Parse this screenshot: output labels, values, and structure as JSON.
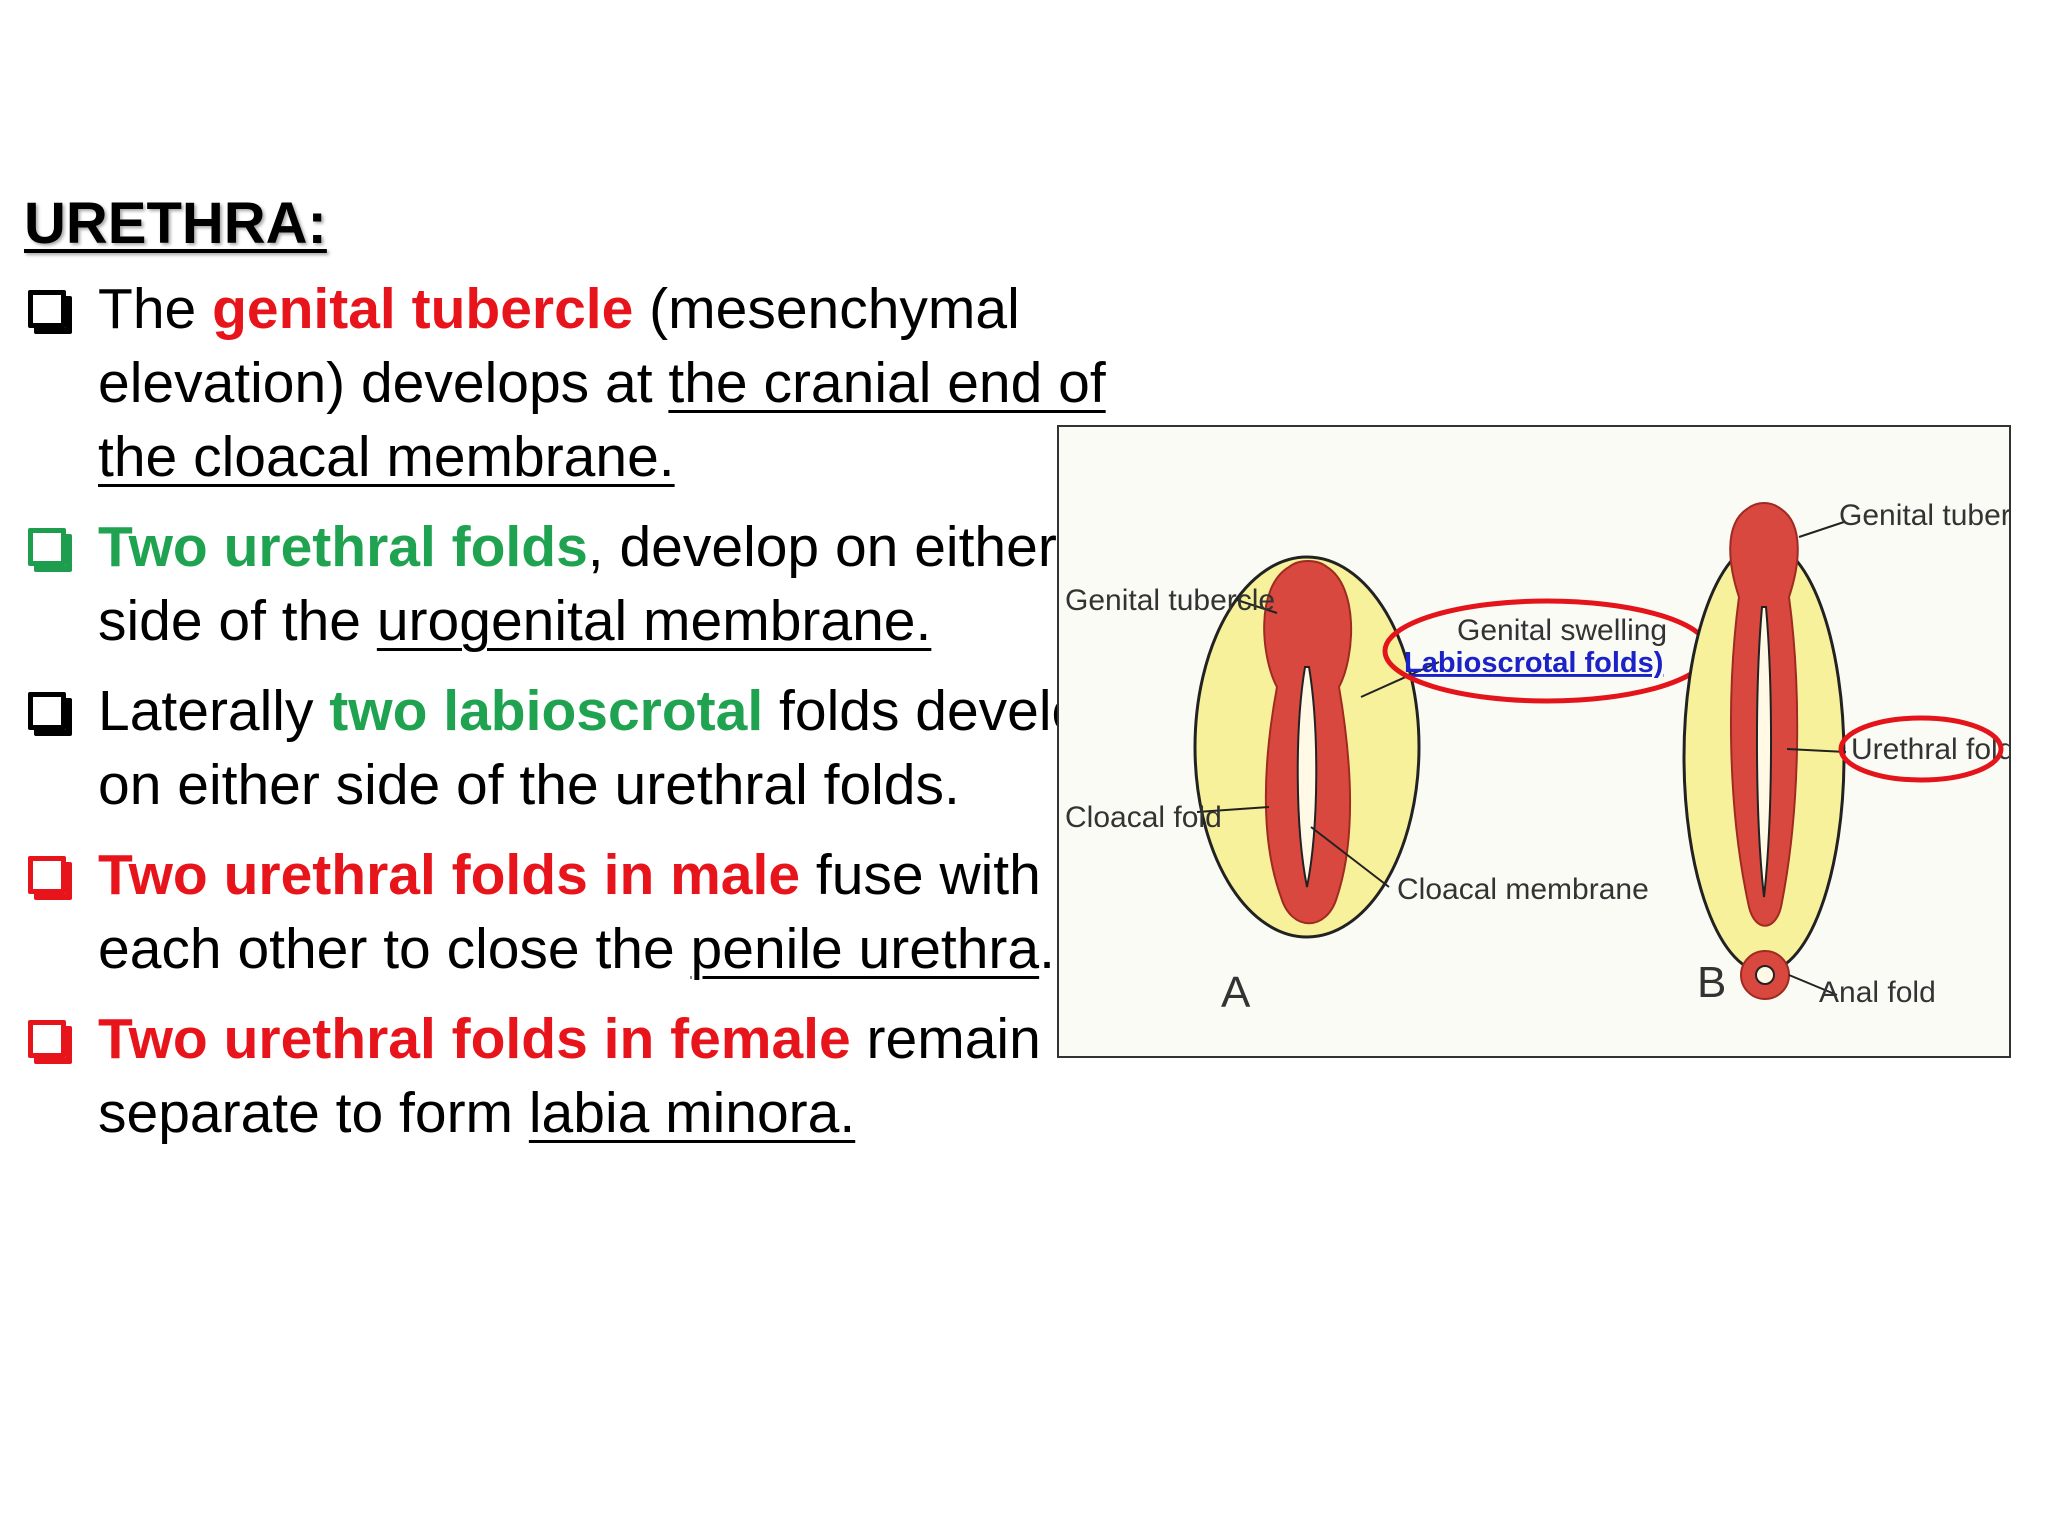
{
  "slide": {
    "title": "URETHRA:",
    "bullets": [
      {
        "parts": [
          {
            "text": "The ",
            "style": "plain"
          },
          {
            "text": "genital tubercle",
            "style": "red"
          },
          {
            "text": " (mesenchymal elevation) develops at ",
            "style": "plain"
          },
          {
            "text": "the cranial end of the cloacal membrane.",
            "style": "underline"
          }
        ],
        "box_color": "black"
      },
      {
        "parts": [
          {
            "text": "Two urethral folds",
            "style": "green"
          },
          {
            "text": ", develop on either side of the ",
            "style": "plain"
          },
          {
            "text": "urogenital membrane.",
            "style": "underline"
          }
        ],
        "box_color": "green"
      },
      {
        "parts": [
          {
            "text": "Laterally ",
            "style": "plain"
          },
          {
            "text": "two labioscrotal",
            "style": "green"
          },
          {
            "text": " folds develop on either side of the urethral folds.",
            "style": "plain"
          }
        ],
        "box_color": "black"
      },
      {
        "parts": [
          {
            "text": "Two  urethral folds in male",
            "style": "red"
          },
          {
            "text": " fuse with each other to close the ",
            "style": "plain"
          },
          {
            "text": "penile urethra",
            "style": "underline"
          },
          {
            "text": ".",
            "style": "plain"
          }
        ],
        "box_color": "red"
      },
      {
        "parts": [
          {
            "text": "Two urethral folds in female",
            "style": "red"
          },
          {
            "text": " remain separate to form ",
            "style": "plain"
          },
          {
            "text": "labia minora.",
            "style": "underline"
          }
        ],
        "box_color": "red"
      }
    ]
  },
  "figure": {
    "labels": {
      "genital_tubercle_left": "Genital tubercle",
      "genital_swelling": "Genital swelling",
      "labioscrotal_folds": "Labioscrotal folds)",
      "cloacal_fold": "Cloacal fold",
      "cloacal_membrane": "Cloacal membrane",
      "genital_tubercle_right": "Genital tubercle",
      "urethral_folds": "Urethral folds",
      "anal_fold": "Anal fold",
      "panel_a": "A",
      "panel_b": "B"
    },
    "colors": {
      "tissue_red": "#d9483f",
      "swelling_yellow": "#f7f19c",
      "highlight_ring": "#e4141b",
      "overlay_blue": "#1a22c8"
    }
  }
}
